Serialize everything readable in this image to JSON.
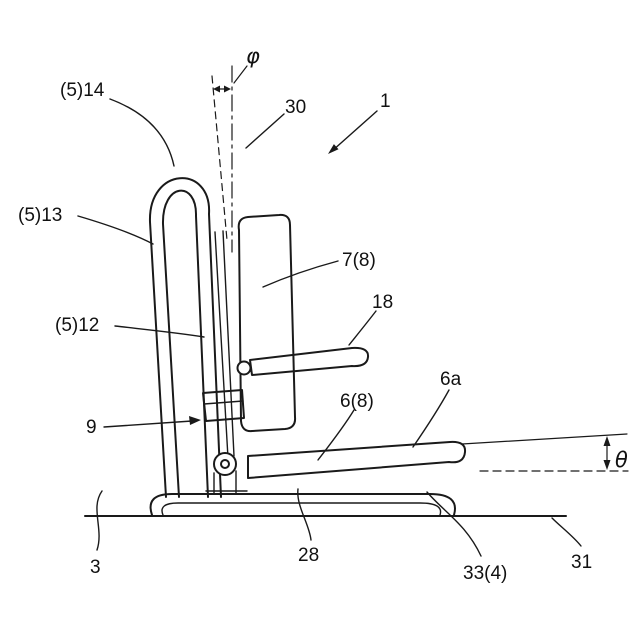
{
  "figure": {
    "background": "#ffffff",
    "ink": "#1a1a1a",
    "labels": {
      "phi": "φ",
      "theta": "θ",
      "n1": "1",
      "n30": "30",
      "n5_14": "(5)14",
      "n5_13": "(5)13",
      "n5_12": "(5)12",
      "n7_8": "7(8)",
      "n18": "18",
      "n6a": "6a",
      "n6_8": "6(8)",
      "n9": "9",
      "n3": "3",
      "n28": "28",
      "n33_4": "33(4)",
      "n31": "31"
    }
  }
}
